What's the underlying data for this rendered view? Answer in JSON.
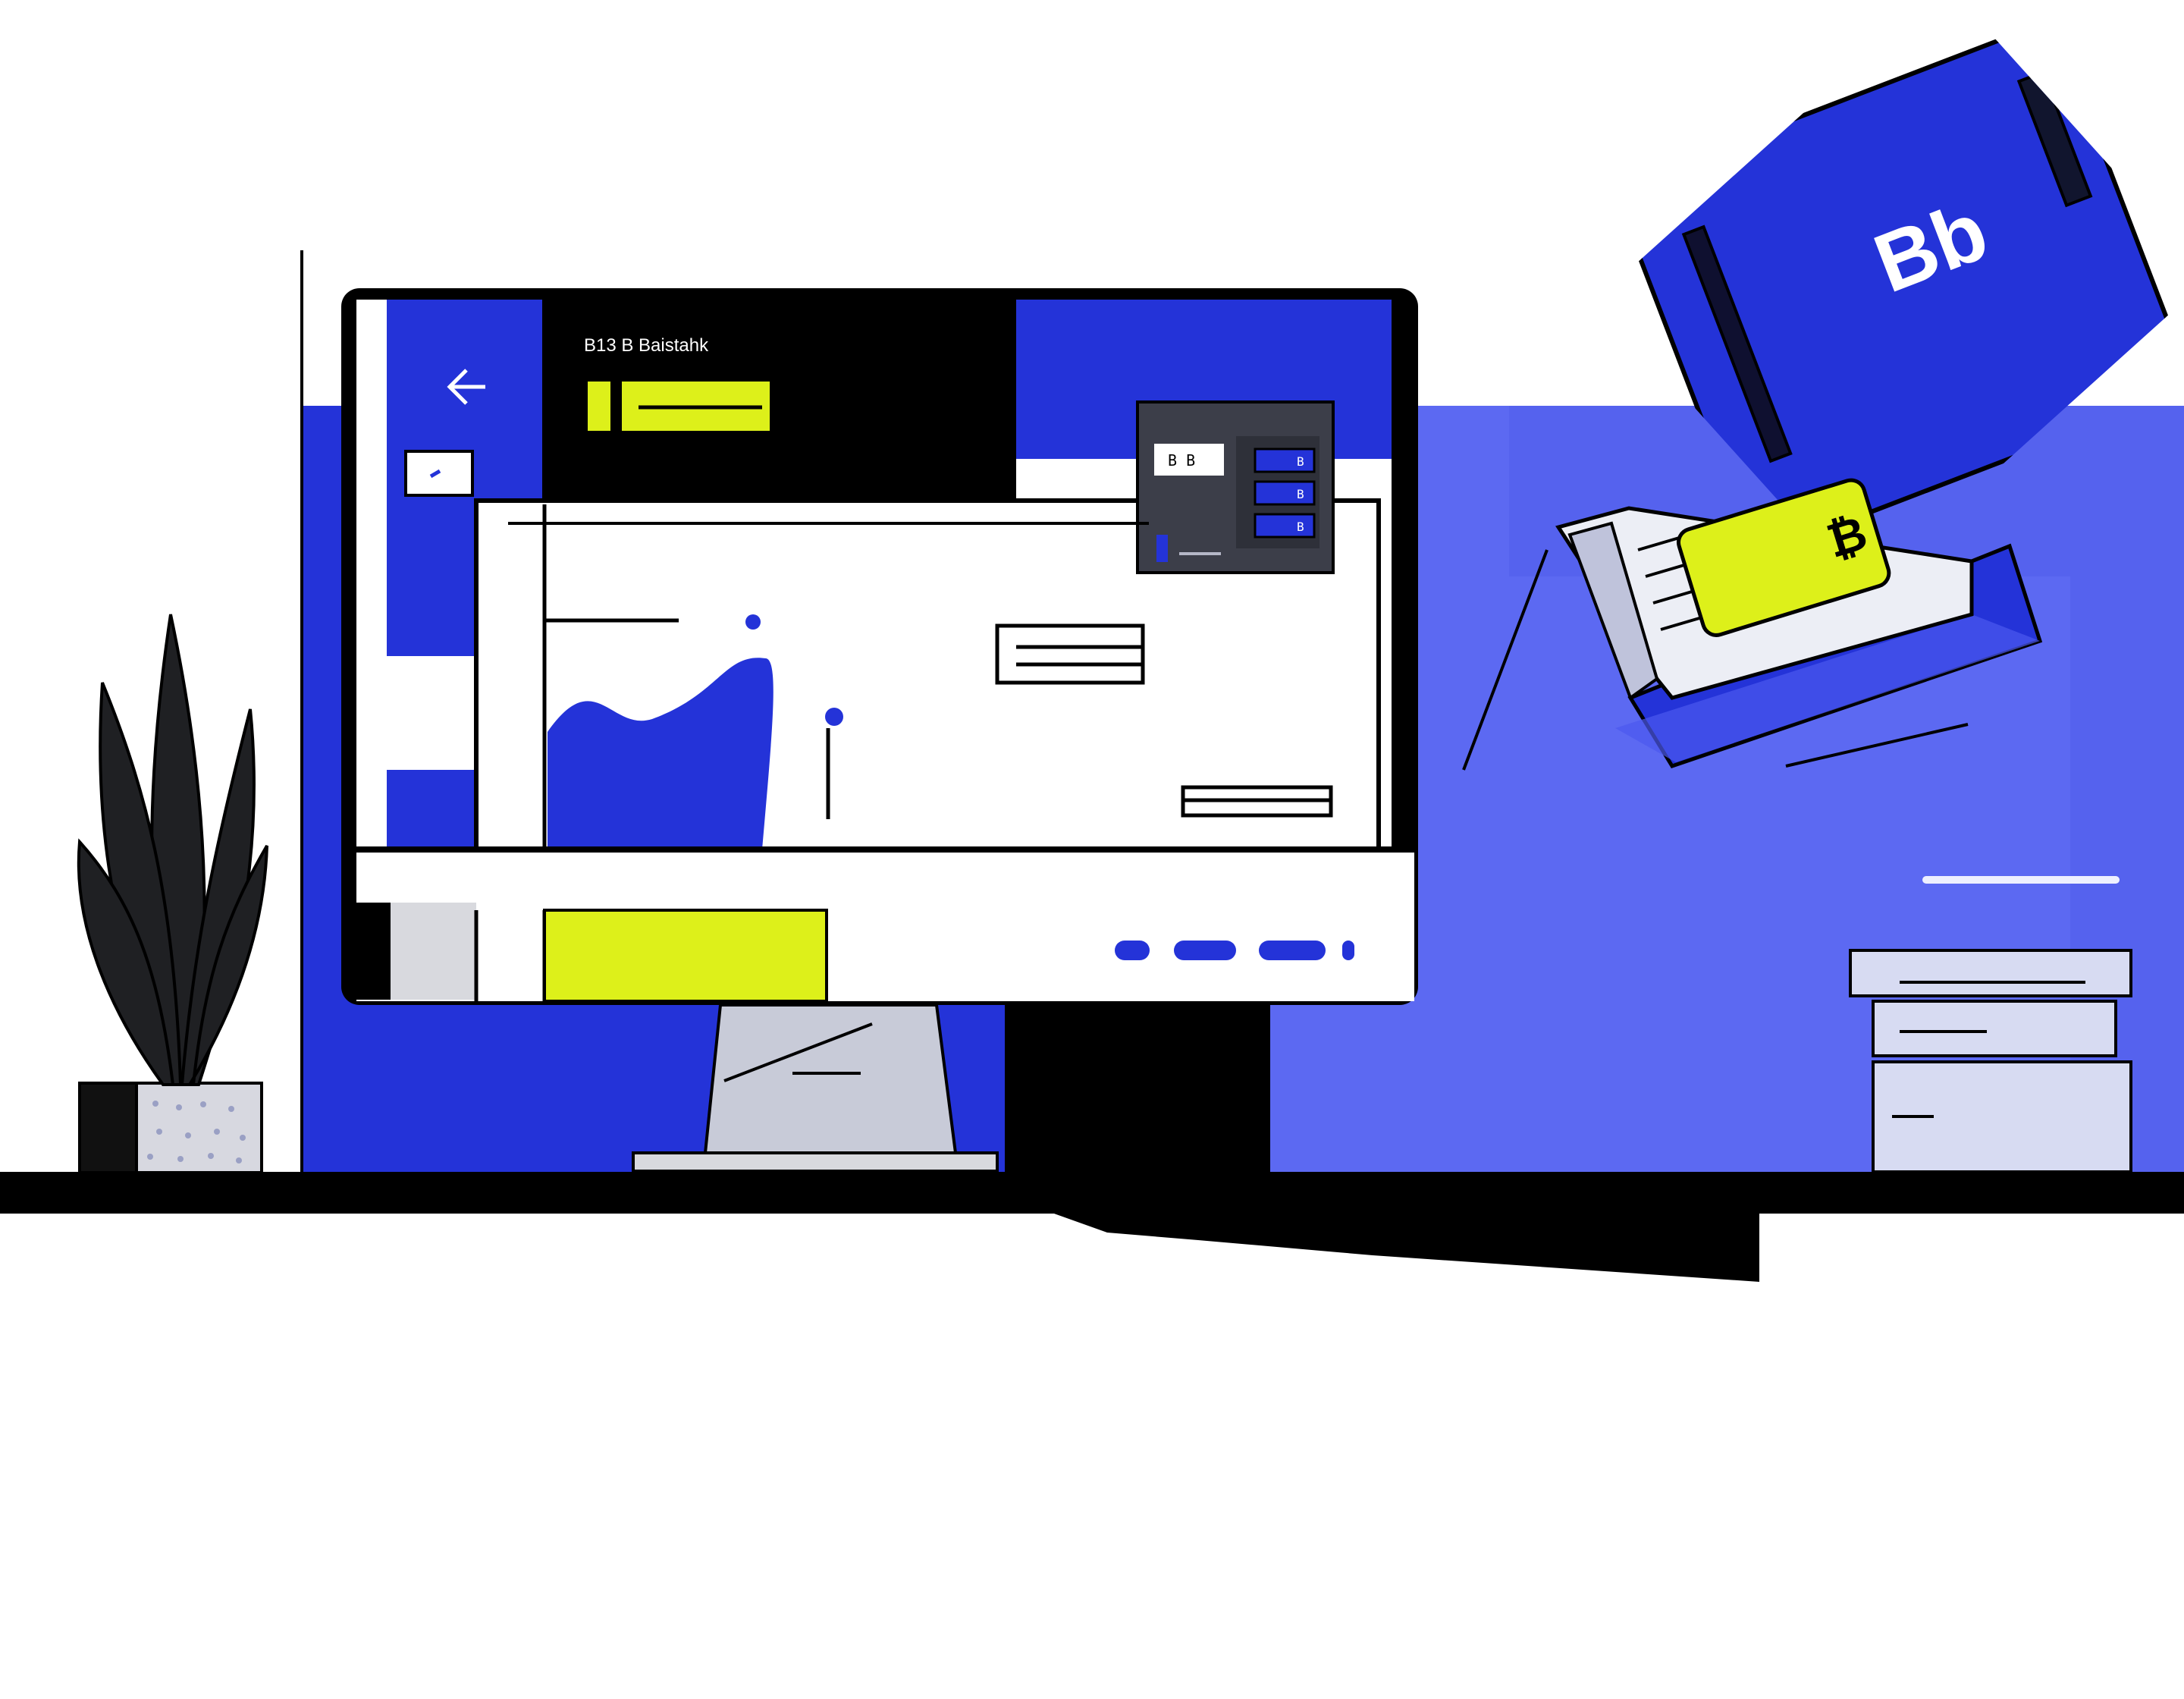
{
  "scene": {
    "colors": {
      "background": "#ffffff",
      "primary_blue": "#2433d8",
      "light_blue": "#5c69f2",
      "pale_blue": "#c7cce8",
      "accent_lime": "#ddf01a",
      "black": "#000000",
      "dark_gray": "#3c3e49",
      "gray": "#a8aab9"
    },
    "monitor": {
      "header_text": "B13 B Baistahk",
      "mini_panel_label": "B B",
      "mini_panel_stack": [
        "B",
        "B",
        "B"
      ]
    },
    "wallet": {
      "logo_text": "Bb",
      "coin_text": "₿"
    },
    "icons": [
      "back-arrow-icon",
      "plant-icon",
      "wallet-icon",
      "coin-card-icon",
      "book-stack-icon"
    ]
  }
}
